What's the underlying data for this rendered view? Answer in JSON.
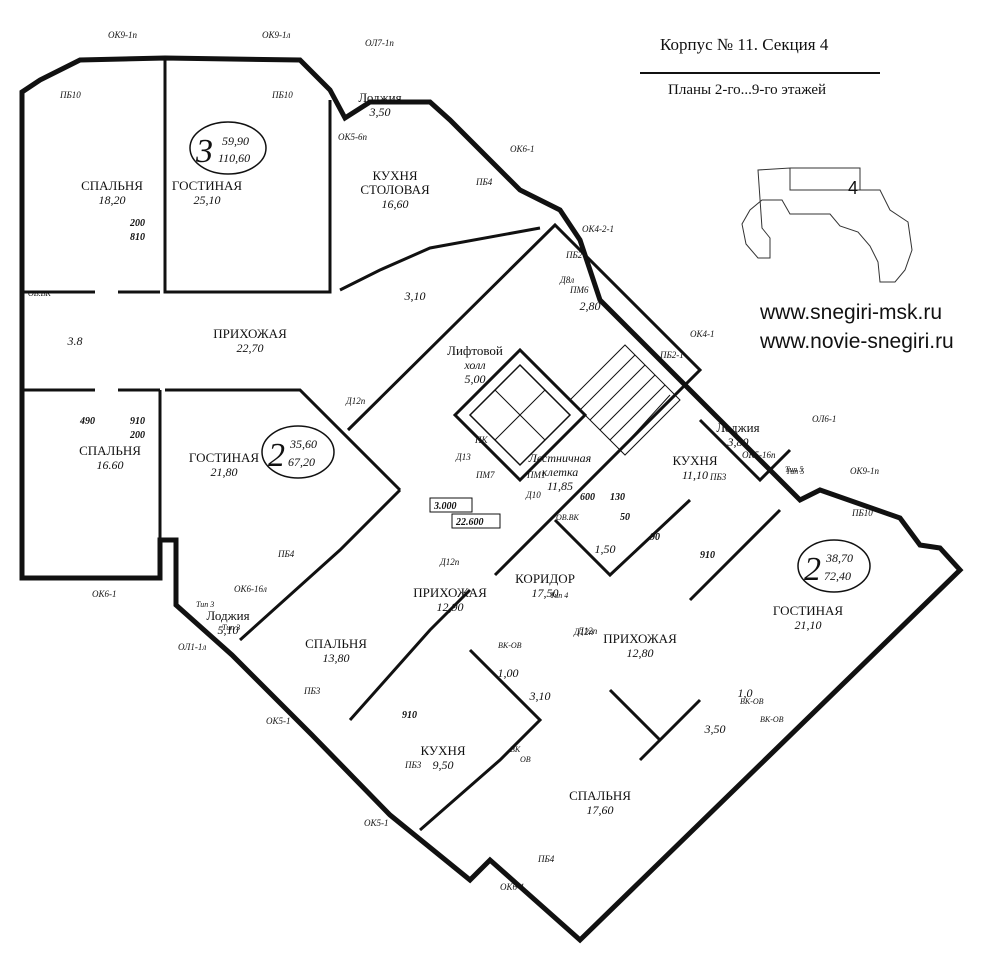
{
  "header": {
    "title": "Корпус № 11. Секция 4",
    "subtitle": "Планы 2-го...9-го этажей",
    "section_number": "4"
  },
  "links": [
    "www.snegiri-msk.ru",
    "www.novie-snegiri.ru"
  ],
  "apartments": [
    {
      "rooms": "3",
      "living": "59,90",
      "total": "110,60"
    },
    {
      "rooms": "2",
      "living": "35,60",
      "total": "67,20"
    },
    {
      "rooms": "2",
      "living": "38,70",
      "total": "72,40"
    }
  ],
  "rooms": [
    {
      "name": "СПАЛЬНЯ",
      "area": "18,20"
    },
    {
      "name": "ГОСТИНАЯ",
      "area": "25,10"
    },
    {
      "name": "КУХНЯ",
      "name2": "СТОЛОВАЯ",
      "area": "16,60"
    },
    {
      "name": "Лоджия",
      "area": "3,50"
    },
    {
      "name": "ПРИХОЖАЯ",
      "area": "22,70"
    },
    {
      "name": "",
      "area": "3.8"
    },
    {
      "name": "",
      "area": "3,10"
    },
    {
      "name": "СПАЛЬНЯ",
      "area": "16.60"
    },
    {
      "name": "ГОСТИНАЯ",
      "area": "21,80"
    },
    {
      "name": "Лифтовой",
      "name2": "холл",
      "area": "5,00"
    },
    {
      "name": "",
      "area": "2,80"
    },
    {
      "name": "Лестничная",
      "name2": "клетка",
      "area": "11,85"
    },
    {
      "name": "Лоджия",
      "area": "3,80"
    },
    {
      "name": "КУХНЯ",
      "area": "11,10"
    },
    {
      "name": "",
      "area": "1,50"
    },
    {
      "name": "КОРИДОР",
      "area": "17,50"
    },
    {
      "name": "ПРИХОЖАЯ",
      "area": "12,90"
    },
    {
      "name": "СПАЛЬНЯ",
      "area": "13,80"
    },
    {
      "name": "Лоджия",
      "area": "5,10"
    },
    {
      "name": "",
      "area": "1,00"
    },
    {
      "name": "",
      "area": "3,10"
    },
    {
      "name": "КУХНЯ",
      "area": "9,50"
    },
    {
      "name": "ПРИХОЖАЯ",
      "area": "12,80"
    },
    {
      "name": "ГОСТИНАЯ",
      "area": "21,10"
    },
    {
      "name": "",
      "area": "1,0"
    },
    {
      "name": "",
      "area": "3,50"
    },
    {
      "name": "СПАЛЬНЯ",
      "area": "17,60"
    }
  ],
  "levels": [
    "3.000",
    "22.600"
  ],
  "window_marks": [
    "ОК9-1п",
    "ОК9-1л",
    "ОЛ7-1п",
    "ПБ10",
    "ПБ10",
    "ОК5-6п",
    "ОК6-1",
    "ПБ4",
    "ОК4-2-1",
    "ПБ2",
    "Д8л",
    "ПМ6",
    "ОК4-1",
    "ПБ2-1",
    "ОЛ6-1",
    "ОК5-16п",
    "ОК9-1п",
    "ПБ10",
    "ПБ3",
    "ПБ4",
    "ОК6-1",
    "ОК6-16л",
    "ОЛ1-1л",
    "ПБ3",
    "ОК5-1",
    "ПБ3",
    "ОК5-1",
    "ПБ4",
    "ОК6-1",
    "Д12п",
    "Д13",
    "ПК",
    "ПМ7",
    "ПМ1",
    "Д10",
    "Д12п",
    "Д12п",
    "Д12п",
    "Тип 3",
    "Тип 5",
    "Тип 4",
    "Тип 3",
    "Тип 5"
  ],
  "dimensions": [
    "200",
    "810",
    "490",
    "910",
    "200",
    "910",
    "600",
    "130",
    "50",
    "90",
    "910",
    "ОВ.ВК",
    "ВК-ОВ",
    "ОВ.ВК",
    "ВК-ОВ",
    "ВК",
    "ОВ",
    "ВК-ОВ"
  ]
}
